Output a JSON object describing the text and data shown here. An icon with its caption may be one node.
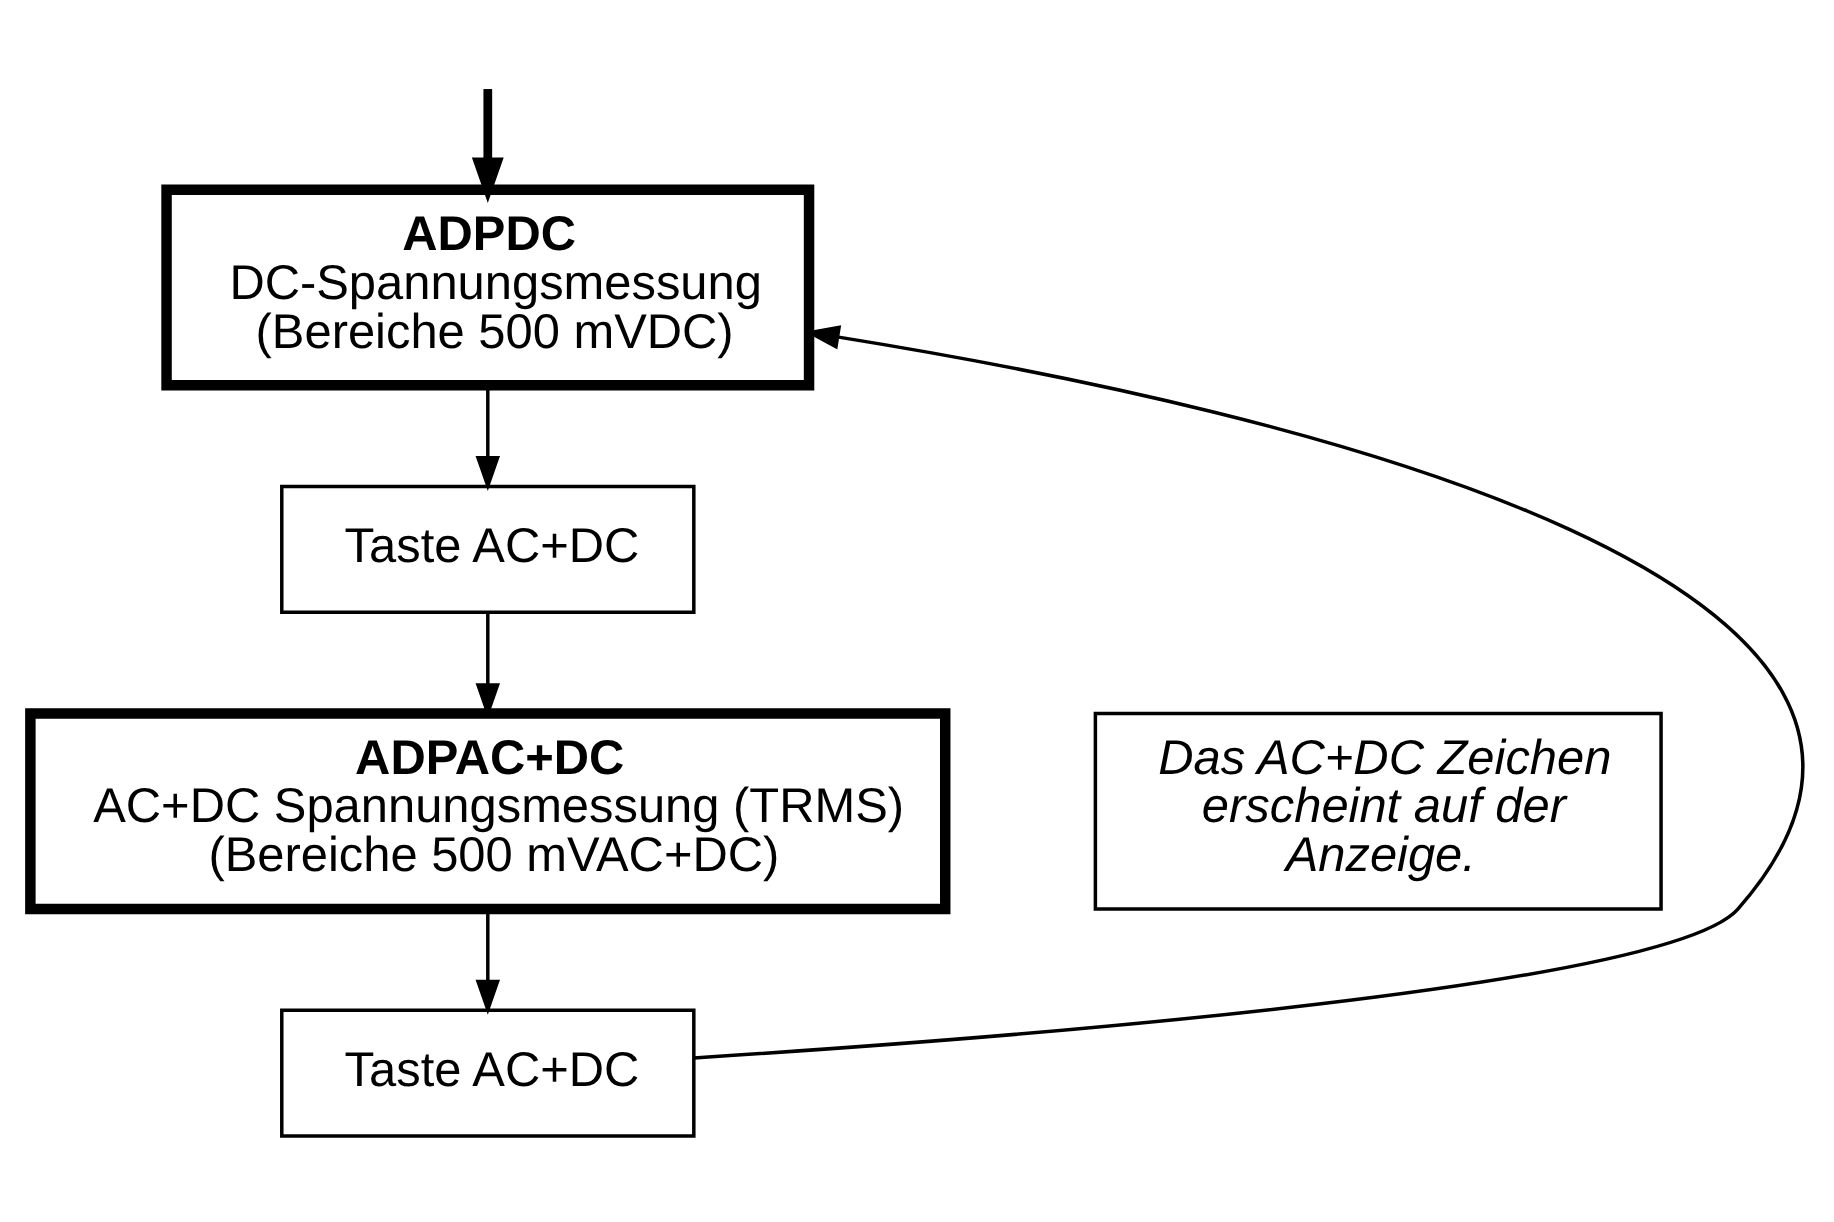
{
  "diagram": {
    "nodes": [
      {
        "text": [
          "ADPDC",
          "DC-Spannungsmessung (Bereiche 500 mVDC)"
        ]
      },
      {
        "text": [
          "Taste AC+DC"
        ]
      },
      {
        "text": [
          "ADPAC+DC",
          "AC+DC Spannungsmessung (TRMS) (Bereiche 500 mVAC+DC)"
        ]
      },
      {
        "text": [
          "Das AC+DC Zeichen erscheint auf der Anzeige."
        ]
      },
      {
        "text": [
          "Taste AC+DC"
        ]
      }
    ],
    "edges": [
      {
        "from": null,
        "to": 0,
        "arrow": "to",
        "style": "thick"
      },
      {
        "from": 0,
        "to": 1,
        "arrow": "to"
      },
      {
        "from": 1,
        "to": 2,
        "arrow": "to"
      },
      {
        "from": 2,
        "to": 4,
        "arrow": "to"
      },
      {
        "from": 4,
        "to": 0,
        "arrow": "to"
      }
    ]
  }
}
